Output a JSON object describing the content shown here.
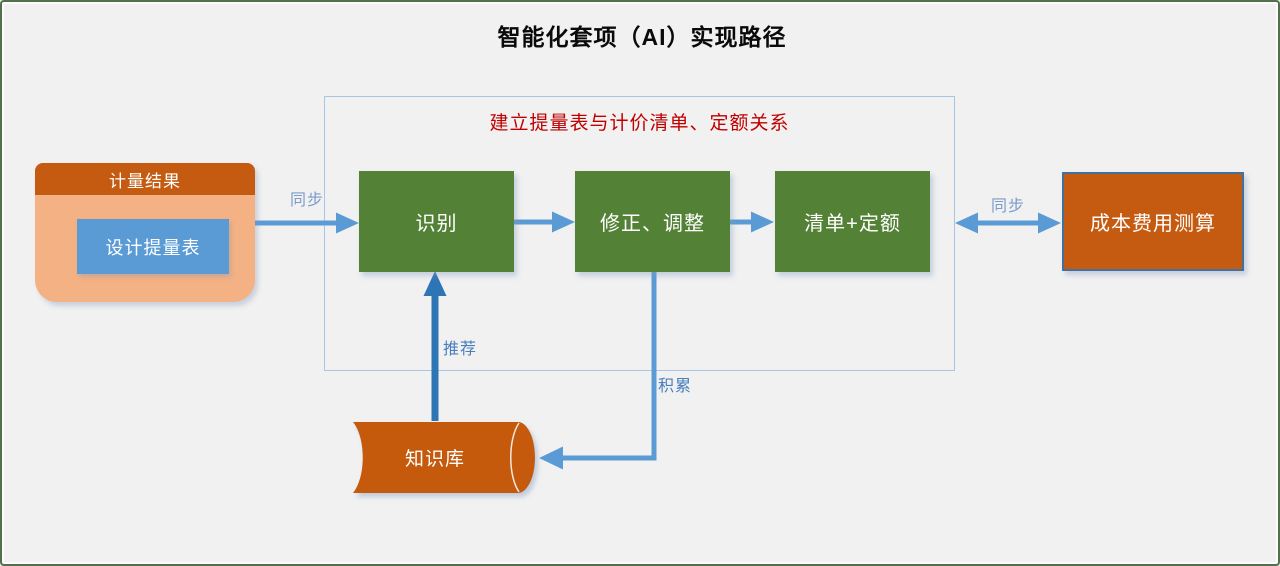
{
  "title": "智能化套项（AI）实现路径",
  "frame": {
    "heading": "建立提量表与计价清单、定额关系"
  },
  "measurement_group": {
    "header": "计量结果",
    "inner_box": "设计提量表"
  },
  "process_boxes": [
    {
      "label": "识别"
    },
    {
      "label": "修正、调整"
    },
    {
      "label": "清单+定额"
    }
  ],
  "result_box": {
    "label": "成本费用测算"
  },
  "knowledge_base": {
    "label": "知识库"
  },
  "edge_labels": {
    "sync_left": "同步",
    "sync_right": "同步",
    "recommend": "推荐",
    "accumulate": "积累"
  },
  "colors": {
    "orange_dark": "#C55A11",
    "orange_light": "#F4B183",
    "blue_box": "#5B9BD5",
    "green_box": "#538135",
    "arrow_light": "#5B9BD5",
    "arrow_dark": "#2E75B6",
    "heading_red": "#C00000",
    "frame_border": "#A9C5E4",
    "result_border": "#41719C",
    "page_border": "#53704E",
    "background": "#F1F1F1"
  }
}
